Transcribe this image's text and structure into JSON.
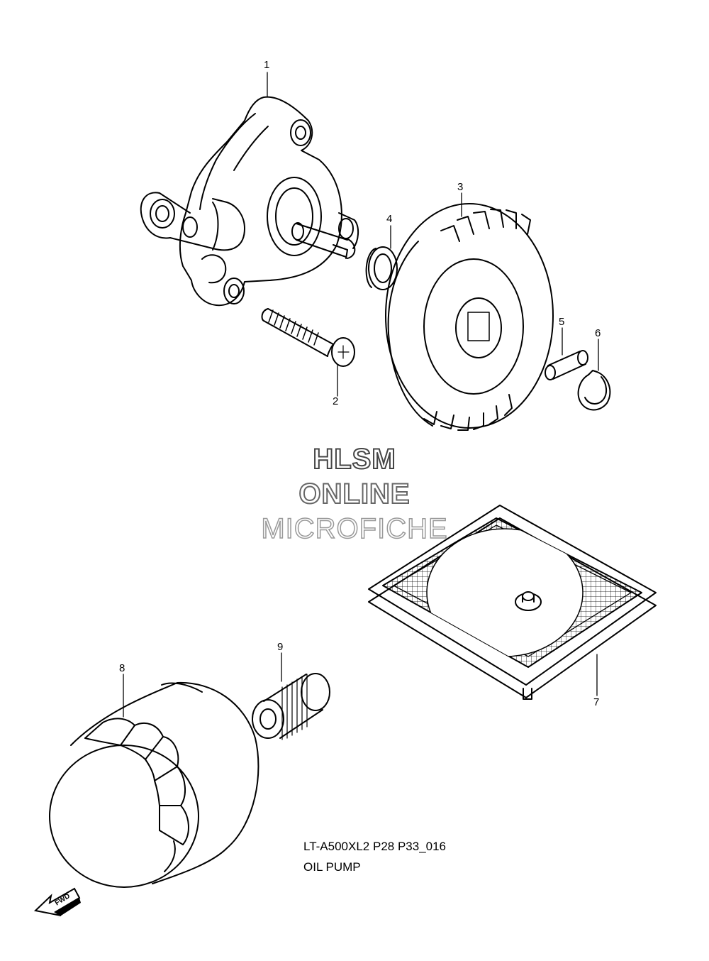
{
  "callouts": [
    {
      "number": "1",
      "part": "oil-pump-body"
    },
    {
      "number": "2",
      "part": "pump-screw"
    },
    {
      "number": "3",
      "part": "pump-driven-gear"
    },
    {
      "number": "4",
      "part": "washer"
    },
    {
      "number": "5",
      "part": "gear-pin"
    },
    {
      "number": "6",
      "part": "circlip"
    },
    {
      "number": "7",
      "part": "oil-strainer"
    },
    {
      "number": "8",
      "part": "oil-filter"
    },
    {
      "number": "9",
      "part": "filter-union"
    }
  ],
  "watermark": {
    "line1": "HLSM",
    "line2": "ONLINE",
    "line3": "MICROFICHE"
  },
  "caption": {
    "model_code": "LT-A500XL2 P28 P33_016",
    "section": "OIL PUMP"
  },
  "fwd_arrow": {
    "label": "FWD",
    "icon": "fwd-arrow-icon"
  }
}
